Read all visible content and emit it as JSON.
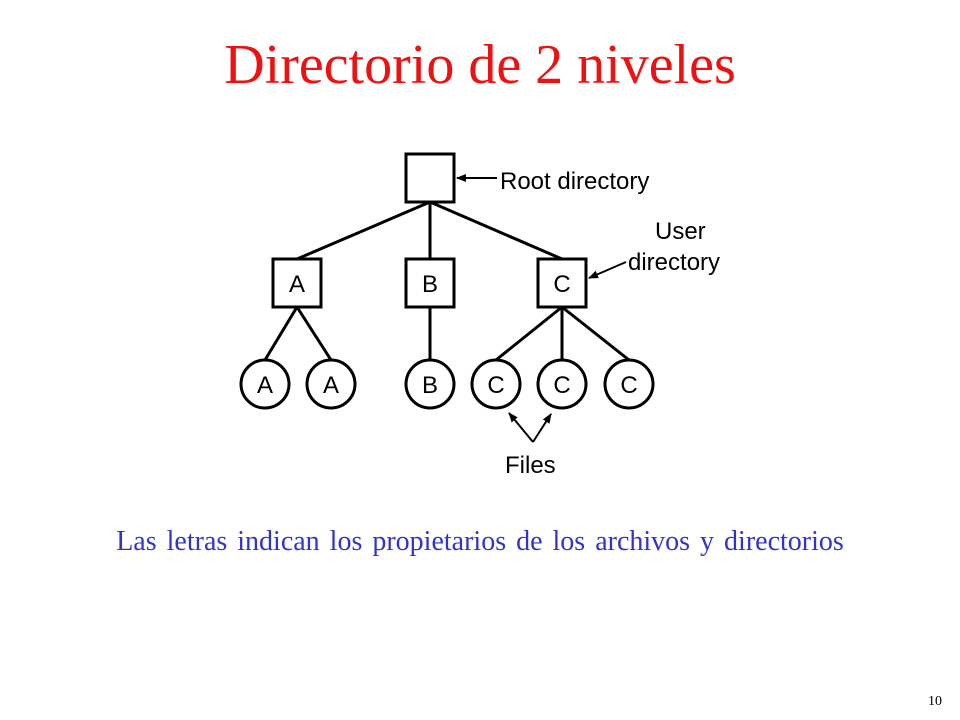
{
  "slide": {
    "title": "Directorio de 2 niveles",
    "caption": "Las letras indican los propietarios de los archivos y directorios",
    "page_number": "10"
  },
  "colors": {
    "title": "#ee1111",
    "caption": "#3333cc",
    "diagram_stroke": "#000000",
    "background": "#ffffff"
  },
  "diagram": {
    "root": {
      "label": ""
    },
    "user_directories": [
      {
        "label": "A"
      },
      {
        "label": "B"
      },
      {
        "label": "C"
      }
    ],
    "files": [
      {
        "label": "A",
        "owner_index": 0
      },
      {
        "label": "A",
        "owner_index": 0
      },
      {
        "label": "B",
        "owner_index": 1
      },
      {
        "label": "C",
        "owner_index": 2
      },
      {
        "label": "C",
        "owner_index": 2
      },
      {
        "label": "C",
        "owner_index": 2
      }
    ],
    "annotations": {
      "root_directory": "Root directory",
      "user_directory_line1": "User",
      "user_directory_line2": "directory",
      "files": "Files"
    }
  }
}
